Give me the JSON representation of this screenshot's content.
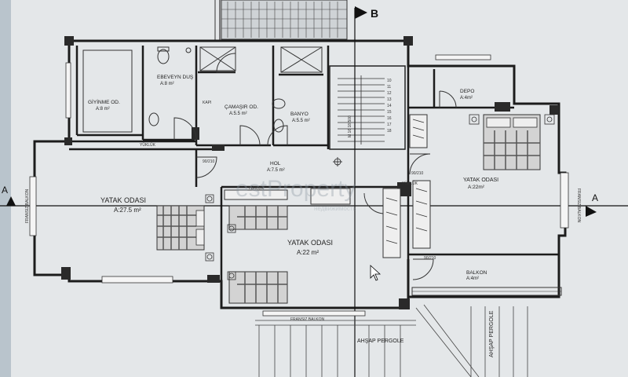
{
  "plan": {
    "section_a_left": "A",
    "section_a_right": "A",
    "section_b": "B",
    "watermark": "estProperty",
    "watermark_sub": "недвижимость",
    "stair_label": "M 16 18,500",
    "stair_steps": [
      "10",
      "11",
      "12",
      "13",
      "14",
      "15",
      "16",
      "17",
      "18"
    ],
    "rooms": {
      "giyinme": {
        "name": "GİYİNME OD.",
        "area": "A:8 m²"
      },
      "ebeveyn_dus": {
        "name": "EBEVEYN DUŞ",
        "area": "A:8 m²"
      },
      "camasir": {
        "name": "ÇAMAŞIR OD.",
        "area": "A:5.5 m²"
      },
      "banyo": {
        "name": "BANYO",
        "area": "A:5.5 m²"
      },
      "depo": {
        "name": "DEPO",
        "area": "A:4m²"
      },
      "hol": {
        "name": "HOL",
        "area": "A:7.5 m²"
      },
      "yatak_left": {
        "name": "YATAK ODASI",
        "area": "A:27.5 m²"
      },
      "yatak_mid": {
        "name": "YATAK ODASI",
        "area": "A:22 m²"
      },
      "yatak_right": {
        "name": "YATAK ODASI",
        "area": "A:22m²"
      },
      "balkon": {
        "name": "BALKON",
        "area": "A:4m²"
      }
    },
    "pergola_bottom": "AHŞAP PERGOLE",
    "pergola_right": "AHŞAP PERGOLE",
    "door_labels": [
      "90/210",
      "90/210",
      "90/210"
    ],
    "small_labels": [
      "KAPI",
      "YÜKLÜK",
      "YÜKLÜK",
      "YÜKLÜK",
      "FRANSIZ BALKON",
      "FRANSIZ BALKON",
      "FRANSIZ BALKON"
    ]
  }
}
